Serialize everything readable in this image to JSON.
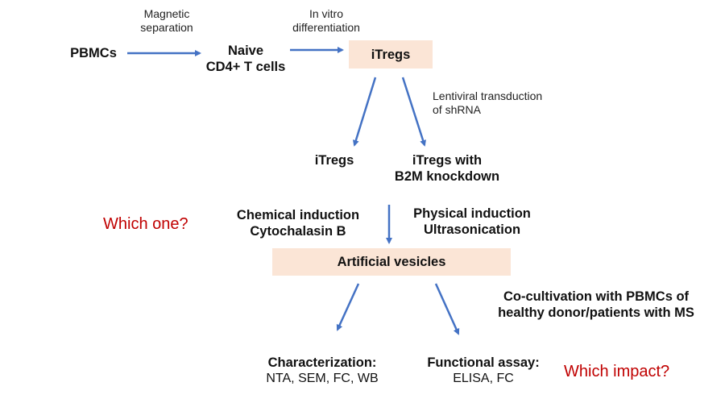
{
  "nodes": {
    "pbmcs": "PBMCs",
    "naive_line1": "Naive",
    "naive_line2": "CD4+ T cells",
    "itregs_box": "iTregs",
    "itregs": "iTregs",
    "itregs_kd_line1": "iTregs with",
    "itregs_kd_line2": "B2M knockdown",
    "vesicles": "Artificial vesicles",
    "characterization_title": "Characterization:",
    "characterization_methods": "NTA, SEM, FC, WB",
    "functional_title": "Functional assay:",
    "functional_methods": "ELISA, FC"
  },
  "edge_labels": {
    "magnetic_line1": "Magnetic",
    "magnetic_line2": "separation",
    "invitro_line1": "In vitro",
    "invitro_line2": "differentiation",
    "lenti_line1": "Lentiviral transduction",
    "lenti_line2": "of shRNA",
    "chemical_line1": "Chemical induction",
    "chemical_line2": "Cytochalasin B",
    "physical_line1": "Physical induction",
    "physical_line2": "Ultrasonication",
    "cocult_line1": "Co-cultivation with PBMCs of",
    "cocult_line2": "healthy donor/patients with MS"
  },
  "questions": {
    "which_one": "Which one?",
    "which_impact": "Which impact?"
  },
  "colors": {
    "arrow": "#4472c4",
    "box_fill": "#fbe5d6",
    "question_text": "#c00000"
  }
}
